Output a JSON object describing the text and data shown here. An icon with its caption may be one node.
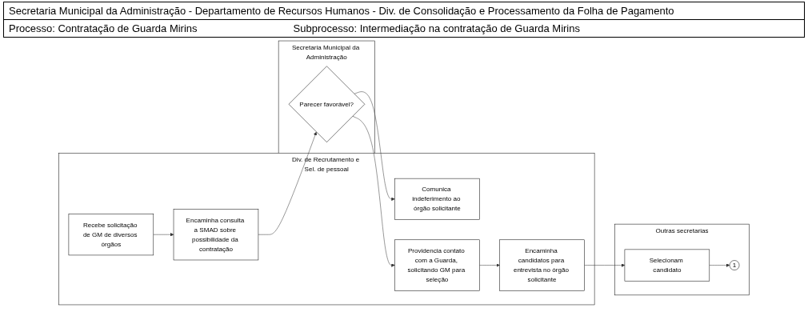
{
  "diagram": {
    "title": "Secretaria Municipal da Administração - Departamento de Recursos Humanos - Div. de Consolidação e Processamento da Folha de Pagamento",
    "nodes": [
      {
        "text": [
          "Div. de Recrutamento e Sel. de pessoal"
        ]
      },
      {
        "text": [
          "Recebe solicitação de GM de diversos órgãos"
        ],
        "in": 0
      },
      {
        "text": [
          "Encaminha consulta a SMAD sobre possibilidade da contratação"
        ],
        "in": 0
      },
      {
        "text": [
          "Comunica indeferimento ao órgão solicitante"
        ],
        "in": 0
      },
      {
        "text": [
          "Providencia contato com a Guarda, solicitando GM para seleção"
        ],
        "in": 0
      },
      {
        "text": [
          "Encaminha candidatos para entrevista no órgão solicitante"
        ],
        "in": 0
      },
      {
        "text": [
          "Secretaria Municipal da Administração"
        ]
      },
      {
        "text": [
          "Parecer favorável?"
        ],
        "in": 6
      },
      {
        "text": [
          "Outras secretarias"
        ]
      },
      {
        "text": [
          "Selecionam candidato"
        ],
        "in": 8
      },
      {
        "text": [
          "1"
        ],
        "in": 8
      }
    ],
    "edges": [
      {
        "from": 1,
        "to": 2,
        "arrow": "to"
      },
      {
        "from": 2,
        "to": 7,
        "arrow": "to"
      },
      {
        "from": 7,
        "to": 3,
        "arrow": "to"
      },
      {
        "from": 7,
        "to": 4,
        "arrow": "to"
      },
      {
        "from": 4,
        "to": 5,
        "arrow": "to"
      },
      {
        "from": 5,
        "to": 9,
        "arrow": "to"
      },
      {
        "from": 9,
        "to": 10,
        "arrow": "to"
      }
    ],
    "labels": [
      "Processo: Contratação de Guarda Mirins",
      "Subprocesso: Intermediação na contratação de Guarda Mirins"
    ]
  }
}
